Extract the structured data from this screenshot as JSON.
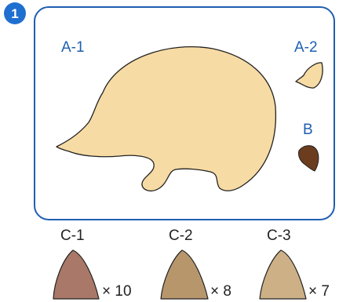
{
  "step": {
    "number": "1",
    "badge_color": "#1f6fd1"
  },
  "panel": {
    "border_color": "#1f5fb0",
    "label_color": "#1f5fb0"
  },
  "pieces": {
    "a1": {
      "label": "A-1",
      "color": "#f7dba4"
    },
    "a2": {
      "label": "A-2",
      "color": "#f7dba4"
    },
    "b": {
      "label": "B",
      "color": "#6b3d1e"
    }
  },
  "extras": [
    {
      "label": "C-1",
      "quantity": "× 10",
      "color": "#a97868"
    },
    {
      "label": "C-2",
      "quantity": "× 8",
      "color": "#b8966c"
    },
    {
      "label": "C-3",
      "quantity": "× 7",
      "color": "#cdb085"
    }
  ]
}
